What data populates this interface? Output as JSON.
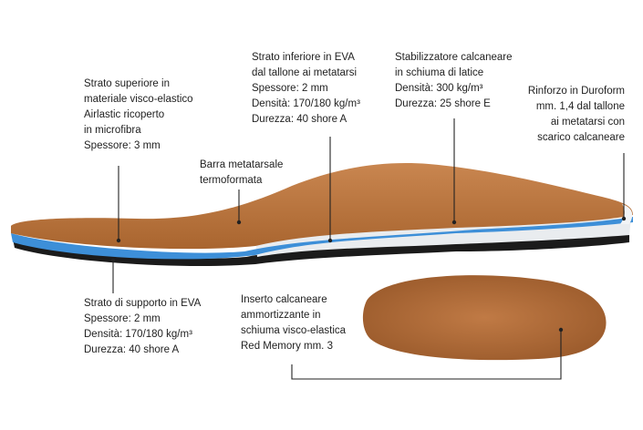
{
  "labels": {
    "top_layer": [
      "Strato superiore in",
      "materiale visco-elastico",
      "Airlastic ricoperto",
      "in microfibra",
      "Spessore: 3 mm"
    ],
    "lower_layer": [
      "Strato inferiore in EVA",
      "dal tallone ai metatarsi",
      "Spessore: 2 mm",
      "Densità: 170/180 kg/m³",
      "Durezza: 40 shore A"
    ],
    "stabilizer": [
      "Stabilizzatore calcaneare",
      "in schiuma di latice",
      "Densità: 300 kg/m³",
      "Durezza: 25 shore E"
    ],
    "reinforcement": [
      "Rinforzo in Duroform",
      "mm. 1,4 dal tallone",
      "ai metatarsi con",
      "scarico calcaneare"
    ],
    "metatarsal_bar": [
      "Barra metatarsale",
      "termoformata"
    ],
    "support_layer": [
      "Strato di supporto in EVA",
      "Spessore: 2 mm",
      "Densità: 170/180 kg/m³",
      "Durezza: 40 shore A"
    ],
    "heel_insert": [
      "Inserto calcaneare",
      "ammortizzante in",
      "schiuma visco-elastica",
      "Red Memory mm. 3"
    ]
  },
  "colors": {
    "leather": "#b8733f",
    "leather_dark": "#8e5128",
    "blue_layer": "#3d8fd8",
    "white_layer": "#e9ecef",
    "black_base": "#1b1b1b"
  }
}
